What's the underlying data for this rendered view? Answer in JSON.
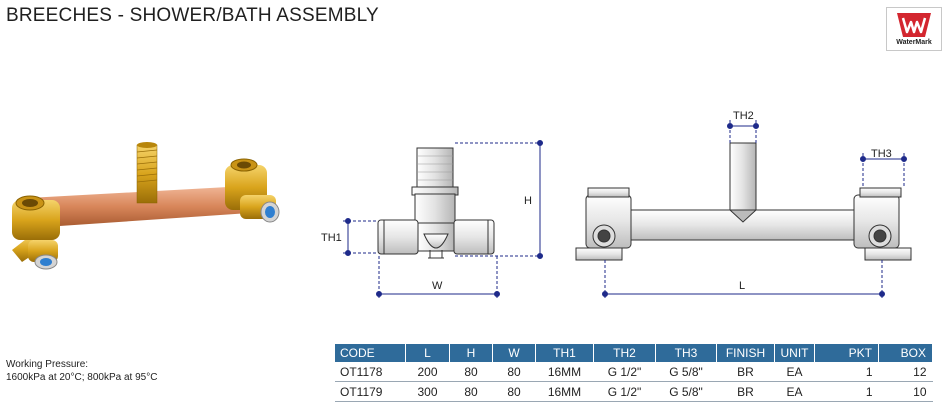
{
  "header": {
    "title": "BREECHES - SHOWER/BATH ASSEMBLY"
  },
  "logo": {
    "label": "WaterMark"
  },
  "working_pressure": {
    "label": "Working Pressure:",
    "value": "1600kPa at 20°C; 800kPa at 95°C"
  },
  "dimensions": {
    "side_view": {
      "th1": "TH1",
      "h": "H",
      "w": "W"
    },
    "front_view": {
      "th2": "TH2",
      "th3": "TH3",
      "l": "L"
    }
  },
  "spec_table": {
    "columns": [
      "CODE",
      "L",
      "H",
      "W",
      "TH1",
      "TH2",
      "TH3",
      "FINISH",
      "UNIT",
      "PKT",
      "BOX"
    ],
    "rows": [
      [
        "OT1178",
        "200",
        "80",
        "80",
        "16MM",
        "G 1/2\"",
        "G 5/8\"",
        "BR",
        "EA",
        "1",
        "12"
      ],
      [
        "OT1179",
        "300",
        "80",
        "80",
        "16MM",
        "G 1/2\"",
        "G 5/8\"",
        "BR",
        "EA",
        "1",
        "10"
      ]
    ]
  },
  "colors": {
    "header_bg": "#2f6b9a",
    "brass": "#d9a41c",
    "copper": "#d8865a",
    "logo_red": "#d3262f"
  }
}
